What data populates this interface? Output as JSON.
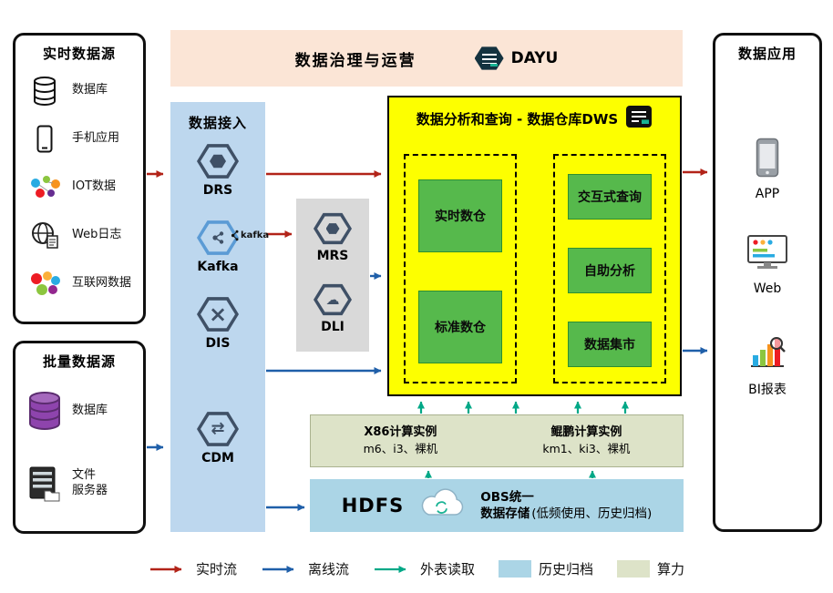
{
  "colors": {
    "flow-red": "#b22318",
    "flow-blue": "#1f5fa9",
    "flow-teal": "#00a887",
    "archive-blue": "#abd5e6",
    "compute-olive": "#dde3c8",
    "dws-yellow": "#fdff00",
    "ingest-blue": "#bdd7ee",
    "banner-peach": "#fbe5d6",
    "green-box": "#56b94c",
    "panel-grey": "#d9d9d9"
  },
  "banner": {
    "title": "数据治理与运营",
    "logo": "DAYU"
  },
  "realtime": {
    "title": "实时数据源",
    "items": [
      "数据库",
      "手机应用",
      "IOT数据",
      "Web日志",
      "互联网数据"
    ]
  },
  "batch": {
    "title": "批量数据源",
    "items": [
      "数据库",
      "文件\n服务器"
    ]
  },
  "ingest": {
    "title": "数据接入",
    "services": [
      "DRS",
      "Kafka",
      "DIS",
      "CDM"
    ],
    "kafka_logo": "kafka"
  },
  "middleware": {
    "services": [
      "MRS",
      "DLI"
    ]
  },
  "dws": {
    "title": "数据分析和查询 - 数据仓库DWS",
    "left": [
      "实时数仓",
      "标准数仓"
    ],
    "right": [
      "交互式查询",
      "自助分析",
      "数据集市"
    ]
  },
  "compute": {
    "x86_title": "X86计算实例",
    "x86_sub": "m6、i3、裸机",
    "kunpeng_title": "鲲鹏计算实例",
    "kunpeng_sub": "km1、ki3、裸机"
  },
  "storage": {
    "hdfs": "HDFS",
    "obs_line1": "OBS统一",
    "obs_line2": "数据存储",
    "obs_note": "(低频使用、历史归档)"
  },
  "apps": {
    "title": "数据应用",
    "items": [
      "APP",
      "Web",
      "BI报表"
    ]
  },
  "legend": [
    {
      "label": "实时流"
    },
    {
      "label": "离线流"
    },
    {
      "label": "外表读取"
    },
    {
      "label": "历史归档"
    },
    {
      "label": "算力"
    }
  ]
}
